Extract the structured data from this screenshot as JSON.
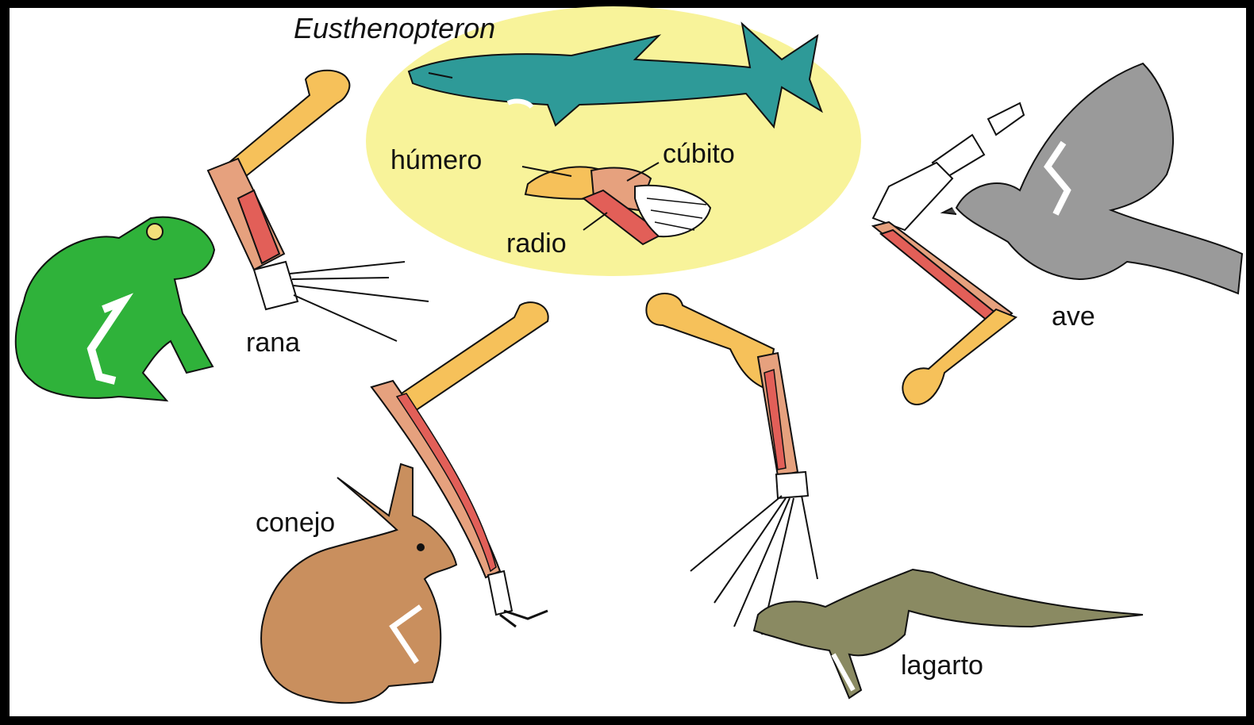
{
  "diagram": {
    "fish_label": "Eusthenopteron",
    "bone_labels": {
      "humerus": "húmero",
      "ulna": "cúbito",
      "radius": "radio"
    },
    "animal_labels": {
      "frog": "rana",
      "bird": "ave",
      "rabbit": "conejo",
      "lizard": "lagarto"
    },
    "colors": {
      "background": "#000000",
      "panel": "#ffffff",
      "highlight": "#f8f39a",
      "fish": "#2e9a98",
      "humerus": "#f6c15a",
      "ulna": "#e6a17e",
      "radius": "#e25f58",
      "frog": "#2fb23a",
      "bird": "#9a9a9a",
      "rabbit": "#c98f5e",
      "lizard": "#8a8a62"
    }
  }
}
